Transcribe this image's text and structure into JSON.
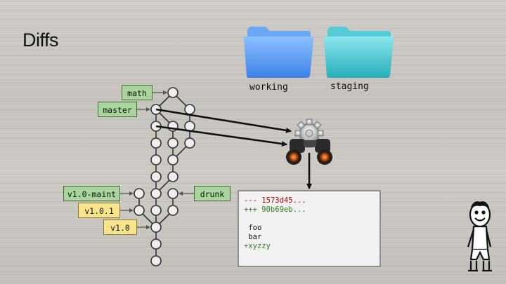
{
  "title": "Diffs",
  "folders": [
    {
      "label": "working",
      "color": "#5b9ef2"
    },
    {
      "label": "staging",
      "color": "#3fc3cf"
    }
  ],
  "refs": {
    "math": "math",
    "master": "master",
    "maint": "v1.0-maint",
    "v101": "v1.0.1",
    "v10": "v1.0",
    "drunk": "drunk"
  },
  "diff": {
    "old_header": "--- 1573d45...",
    "new_header": "+++ 90b69eb...",
    "blank": "",
    "line1": " foo",
    "line2": " bar",
    "line3": "+xyzzy"
  },
  "colors": {
    "branch": "#a8d59a",
    "tag": "#f8e48a",
    "removed": "#c00000",
    "added": "#2f7a1c"
  },
  "icons": [
    "folder-icon",
    "gear-icon",
    "binoculars-icon",
    "stick-figure-icon"
  ]
}
